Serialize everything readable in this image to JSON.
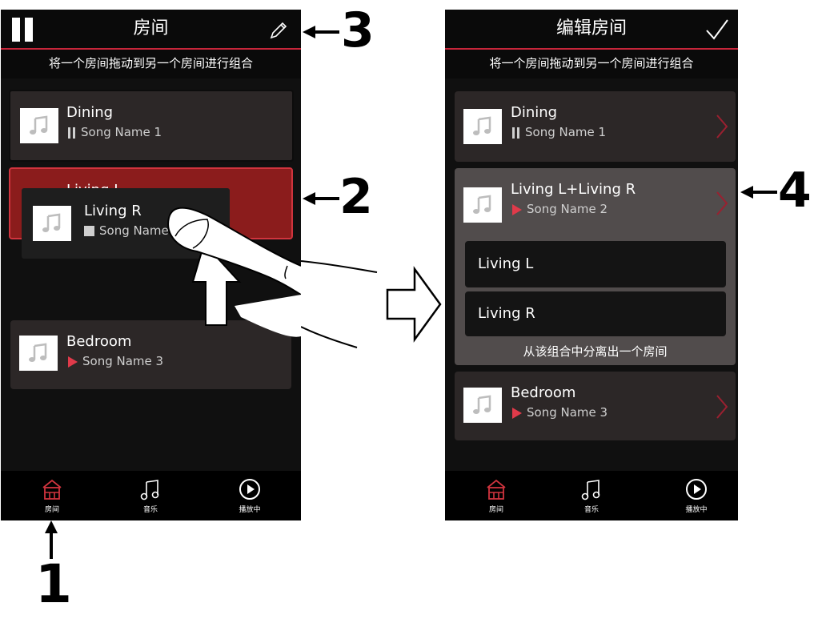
{
  "left_screen": {
    "title": "房间",
    "subtitle": "将一个房间拖动到另一个房间进行组合",
    "rooms": [
      {
        "name": "Dining",
        "song": "Song Name 1",
        "state": "pause"
      },
      {
        "name": "Living L",
        "song": "",
        "state": "dragging-target"
      },
      {
        "name": "Living R",
        "song": "Song Name",
        "state": "stop"
      },
      {
        "name": "Bedroom",
        "song": "Song Name 3",
        "state": "play"
      }
    ],
    "tabs": [
      {
        "label": "房间",
        "icon": "home-icon"
      },
      {
        "label": "音乐",
        "icon": "music-note-icon"
      },
      {
        "label": "播放中",
        "icon": "play-circle-icon"
      }
    ]
  },
  "right_screen": {
    "title": "编辑房间",
    "subtitle": "将一个房间拖动到另一个房间进行组合",
    "rooms": [
      {
        "name": "Dining",
        "song": "Song Name 1",
        "state": "pause"
      },
      {
        "name": "Living L+Living R",
        "song": "Song Name 2",
        "state": "play"
      },
      {
        "name": "Bedroom",
        "song": "Song Name 3",
        "state": "play"
      }
    ],
    "group_members": [
      "Living L",
      "Living R"
    ],
    "split_hint": "从该组合中分离出一个房间",
    "tabs": [
      {
        "label": "房间",
        "icon": "home-icon"
      },
      {
        "label": "音乐",
        "icon": "music-note-icon"
      },
      {
        "label": "播放中",
        "icon": "play-circle-icon"
      }
    ]
  },
  "callouts": [
    "1",
    "2",
    "3",
    "4"
  ],
  "colors": {
    "accent": "#c8263b",
    "dragged_card": "#8b1c1c",
    "background": "#101010"
  }
}
